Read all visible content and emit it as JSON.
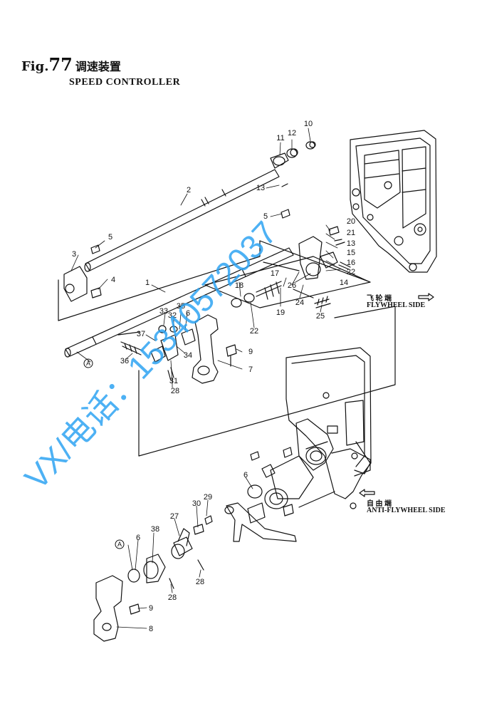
{
  "title": {
    "fig": "Fig.",
    "number": "77",
    "chinese": "调速装置"
  },
  "subtitle": "SPEED CONTROLLER",
  "flywheel_side": {
    "cn": "飞 轮 端",
    "en": "FLYWHEEL SIDE"
  },
  "anti_flywheel_side": {
    "cn": "自 由 端",
    "en": "ANTI-FLYWHEEL SIDE"
  },
  "watermark": "VX/电话：15340572037",
  "callouts": [
    {
      "id": "c10",
      "label": "10"
    },
    {
      "id": "c11",
      "label": "11"
    },
    {
      "id": "c12",
      "label": "12"
    },
    {
      "id": "c2",
      "label": "2"
    },
    {
      "id": "c13a",
      "label": "13"
    },
    {
      "id": "c5a",
      "label": "5"
    },
    {
      "id": "c5b",
      "label": "5"
    },
    {
      "id": "c3",
      "label": "3"
    },
    {
      "id": "c4",
      "label": "4"
    },
    {
      "id": "c1",
      "label": "1"
    },
    {
      "id": "c20",
      "label": "20"
    },
    {
      "id": "c21",
      "label": "21"
    },
    {
      "id": "c13b",
      "label": "13"
    },
    {
      "id": "c15",
      "label": "15"
    },
    {
      "id": "c16",
      "label": "16"
    },
    {
      "id": "c22a",
      "label": "22"
    },
    {
      "id": "c17",
      "label": "17"
    },
    {
      "id": "c26",
      "label": "26"
    },
    {
      "id": "c18",
      "label": "18"
    },
    {
      "id": "c14",
      "label": "14"
    },
    {
      "id": "c24",
      "label": "24"
    },
    {
      "id": "c19",
      "label": "19"
    },
    {
      "id": "c25",
      "label": "25"
    },
    {
      "id": "c22b",
      "label": "22"
    },
    {
      "id": "c33",
      "label": "33"
    },
    {
      "id": "c35",
      "label": "35"
    },
    {
      "id": "c32",
      "label": "32"
    },
    {
      "id": "c6a",
      "label": "6"
    },
    {
      "id": "c37",
      "label": "37"
    },
    {
      "id": "c9a",
      "label": "9"
    },
    {
      "id": "c34",
      "label": "34"
    },
    {
      "id": "c36",
      "label": "36"
    },
    {
      "id": "c7",
      "label": "7"
    },
    {
      "id": "c31",
      "label": "31"
    },
    {
      "id": "c28a",
      "label": "28"
    },
    {
      "id": "c6b",
      "label": "6"
    },
    {
      "id": "c29",
      "label": "29"
    },
    {
      "id": "c30",
      "label": "30"
    },
    {
      "id": "c27",
      "label": "27"
    },
    {
      "id": "c6c",
      "label": "6"
    },
    {
      "id": "c38",
      "label": "38"
    },
    {
      "id": "c28b",
      "label": "28"
    },
    {
      "id": "c28c",
      "label": "28"
    },
    {
      "id": "c9b",
      "label": "9"
    },
    {
      "id": "c8",
      "label": "8"
    }
  ],
  "ref_markers": [
    {
      "id": "ra1",
      "label": "A"
    },
    {
      "id": "ra2",
      "label": "A"
    }
  ]
}
